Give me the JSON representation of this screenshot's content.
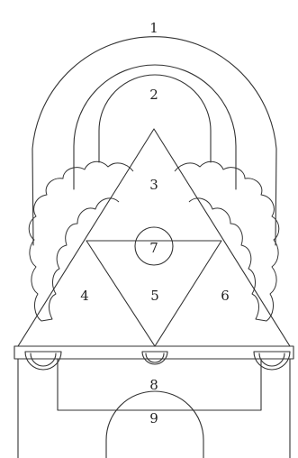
{
  "labels": {
    "region_1": "1",
    "region_2": "2",
    "region_3": "3",
    "region_4": "4",
    "region_5": "5",
    "region_6": "6",
    "region_7": "7",
    "region_8": "8",
    "region_9": "9"
  },
  "colors": {
    "line": "#333333",
    "background": "#ffffff"
  }
}
